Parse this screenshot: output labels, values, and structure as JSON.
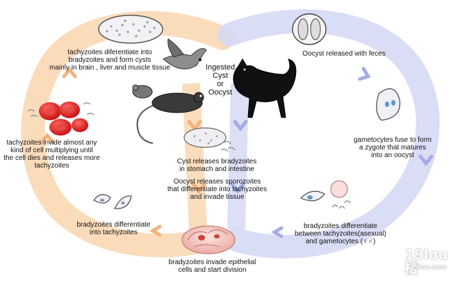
{
  "diagram": {
    "labels": {
      "tachyzoites_cysts": "tachyzoites diferentiate into\nbradyzoites and form cysts\nmainly in brain , liver and muscle tissue",
      "tachyzoites_invade": "tachyzoites invide almost any\nkind of cell multiplying until\nthe cell dies and releases more\ntachyzoites",
      "bradyzoites_to_tachy": "bradyzoites differentiate\ninto tachyzoites",
      "ingested": "Ingested\nCyst\nor\nOocyst",
      "oocyst_feces": "Oocyst released with feces",
      "gametocytes_fuse": "gametocytes fuse to form\na zygote that matures\ninto an oocyst",
      "cyst_releases": "Cyst releases bradyzoites\nin stomach and intestine",
      "oocyst_releases": "Oocyst releases sporozoites\nthat differentiate into tachyzoites\nand invade tissue",
      "bradyzoites_between": "bradyzoites differentiate\nbetween tachyzoites(asexual)\nand gametocytes (♀♂)",
      "bradyzoites_invade": "bradyzoites invade epithelial\ncells and start division"
    },
    "watermark": {
      "site": "19lou",
      "char": "楼",
      "url": "19lou.com"
    },
    "colors": {
      "intermediate_cycle": "#f7c99a",
      "definitive_cycle": "#c9cdf2",
      "blood_cell": "#e0181c",
      "cat": "#111111"
    }
  }
}
